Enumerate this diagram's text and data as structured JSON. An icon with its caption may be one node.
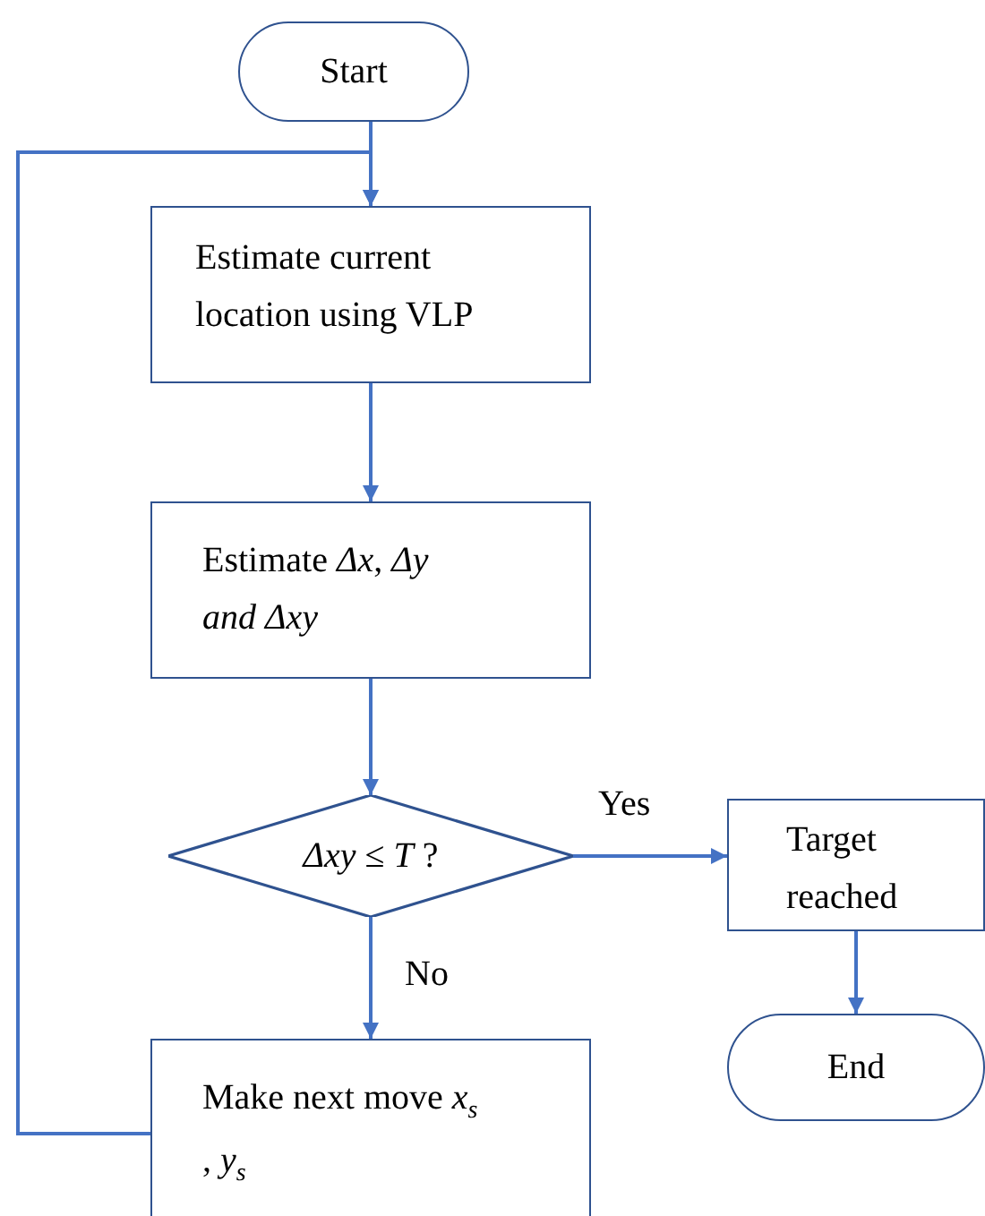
{
  "diagram": {
    "nodes": [
      {
        "text": [
          "Start"
        ]
      },
      {
        "text": [
          "Estimate current location using VLP"
        ]
      },
      {
        "text": [
          "Estimate *Δx*, *Δy* *and* *Δxy*"
        ]
      },
      {
        "text": [
          "*Δxy* ≤ *T* ?"
        ]
      },
      {
        "text": [
          "Target reached"
        ]
      },
      {
        "text": [
          "End"
        ]
      },
      {
        "text": [
          "Make next move *x*$_{s}$ , *y*$_{s}$"
        ]
      }
    ],
    "edges": [
      {
        "from": 0,
        "to": 1,
        "arrow": "to"
      },
      {
        "from": 1,
        "to": 2,
        "arrow": "to"
      },
      {
        "from": 2,
        "to": 3,
        "arrow": "to"
      },
      {
        "from": 3,
        "to": 4,
        "arrow": "to",
        "label": "Yes"
      },
      {
        "from": 3,
        "to": 6,
        "arrow": "to",
        "label": "No"
      },
      {
        "from": 4,
        "to": 5,
        "arrow": "to"
      },
      {
        "from": 6,
        "to": 1,
        "arrow": "to"
      }
    ]
  }
}
